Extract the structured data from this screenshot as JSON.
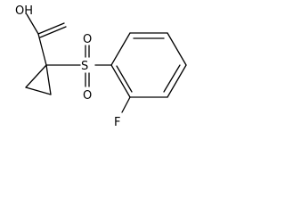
{
  "molecule": {
    "atoms": {
      "hydroxyl": "OH",
      "sulfur": "S",
      "sulfonyl_oxygen_top": "O",
      "sulfonyl_oxygen_bottom": "O",
      "fluorine": "F"
    }
  },
  "colors": {
    "bond": "#000000",
    "label": "#000000",
    "background": "#ffffff"
  }
}
